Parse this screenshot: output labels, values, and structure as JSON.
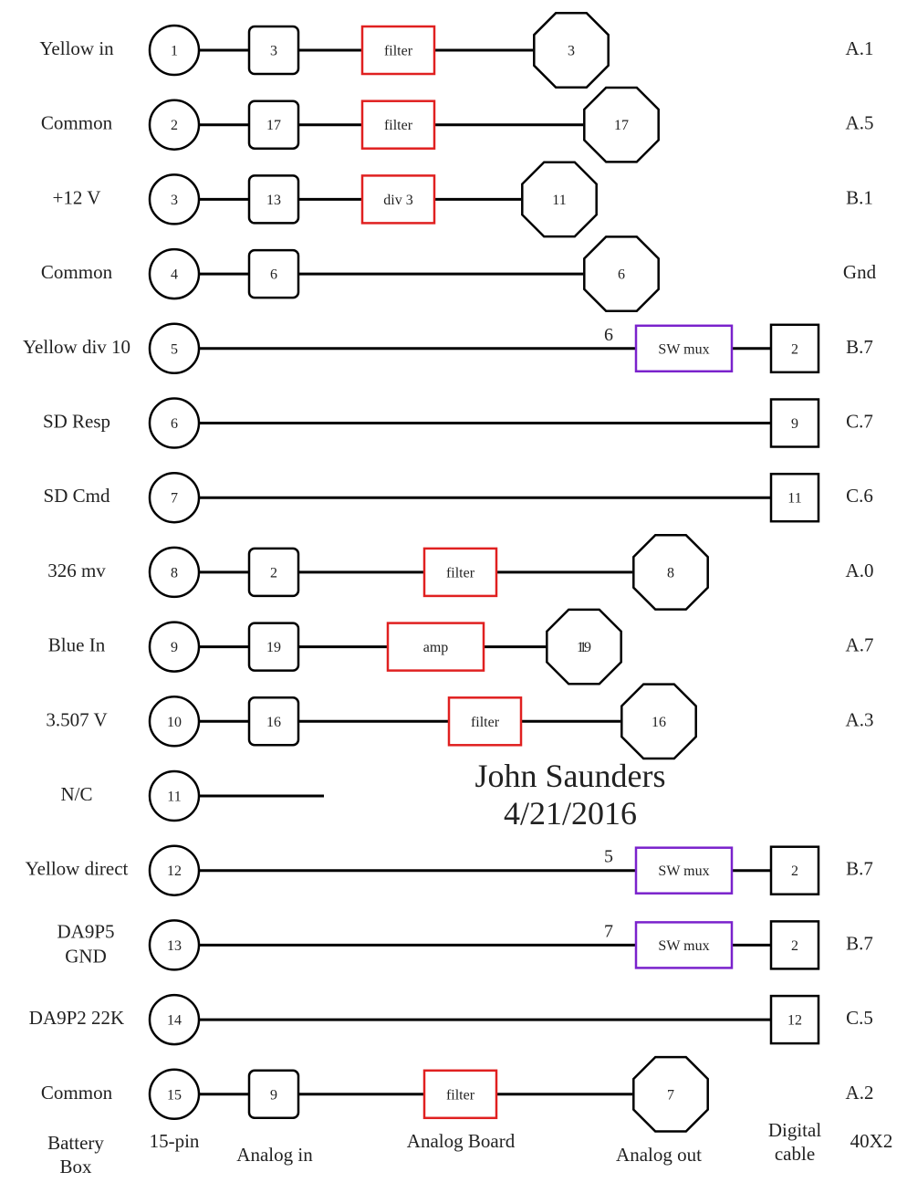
{
  "colors": {
    "board_red": "#e02020",
    "mux_purple": "#7a22cc",
    "line": "#000000"
  },
  "signature": {
    "name": "John Saunders",
    "date": "4/21/2016"
  },
  "footer": {
    "battery_box_line1": "Battery",
    "battery_box_line2": "Box",
    "pin15": "15-pin",
    "analog_in": "Analog in",
    "analog_board": "Analog Board",
    "analog_out": "Analog out",
    "digital_cable_line1": "Digital",
    "digital_cable_line2": "cable",
    "x40x2": "40X2"
  },
  "rows": [
    {
      "label": [
        "Yellow in"
      ],
      "pin": "1",
      "analog_in": "3",
      "board": {
        "text": "filter",
        "kind": "red"
      },
      "analog_out": "3",
      "dest": "A.1"
    },
    {
      "label": [
        "Common"
      ],
      "pin": "2",
      "analog_in": "17",
      "board": {
        "text": "filter",
        "kind": "red"
      },
      "analog_out": "17",
      "dest": "A.5"
    },
    {
      "label": [
        "+12 V"
      ],
      "pin": "3",
      "analog_in": "13",
      "board": {
        "text": "div 3",
        "kind": "red"
      },
      "analog_out": "11",
      "dest": "B.1"
    },
    {
      "label": [
        "Common"
      ],
      "pin": "4",
      "analog_in": "6",
      "analog_out": "6",
      "dest": "Gnd"
    },
    {
      "label": [
        "Yellow div 10"
      ],
      "pin": "5",
      "mux": {
        "text": "SW mux",
        "channel": "6"
      },
      "digital": "2",
      "dest": "B.7"
    },
    {
      "label": [
        "SD Resp"
      ],
      "pin": "6",
      "digital": "9",
      "dest": "C.7"
    },
    {
      "label": [
        "SD Cmd"
      ],
      "pin": "7",
      "digital": "11",
      "dest": "C.6"
    },
    {
      "label": [
        "326 mv"
      ],
      "pin": "8",
      "analog_in": "2",
      "board": {
        "text": "filter",
        "kind": "red"
      },
      "analog_out": "8",
      "dest": "A.0"
    },
    {
      "label": [
        "Blue In"
      ],
      "pin": "9",
      "analog_in": "19",
      "board": {
        "text": "amp",
        "kind": "red"
      },
      "analog_out": "19",
      "analog_out_overlay": "1",
      "dest": "A.7"
    },
    {
      "label": [
        "3.507 V"
      ],
      "pin": "10",
      "analog_in": "16",
      "board": {
        "text": "filter",
        "kind": "red"
      },
      "analog_out": "16",
      "dest": "A.3"
    },
    {
      "label": [
        "N/C"
      ],
      "pin": "11",
      "stub": true
    },
    {
      "label": [
        "Yellow direct"
      ],
      "pin": "12",
      "mux": {
        "text": "SW mux",
        "channel": "5"
      },
      "digital": "2",
      "dest": "B.7"
    },
    {
      "label": [
        "DA9P5",
        "GND"
      ],
      "pin": "13",
      "mux": {
        "text": "SW mux",
        "channel": "7"
      },
      "digital": "2",
      "dest": "B.7"
    },
    {
      "label": [
        "DA9P2 22K"
      ],
      "pin": "14",
      "digital": "12",
      "dest": "C.5"
    },
    {
      "label": [
        "Common"
      ],
      "pin": "15",
      "analog_in": "9",
      "board": {
        "text": "filter",
        "kind": "red"
      },
      "analog_out": "7",
      "dest": "A.2"
    }
  ]
}
